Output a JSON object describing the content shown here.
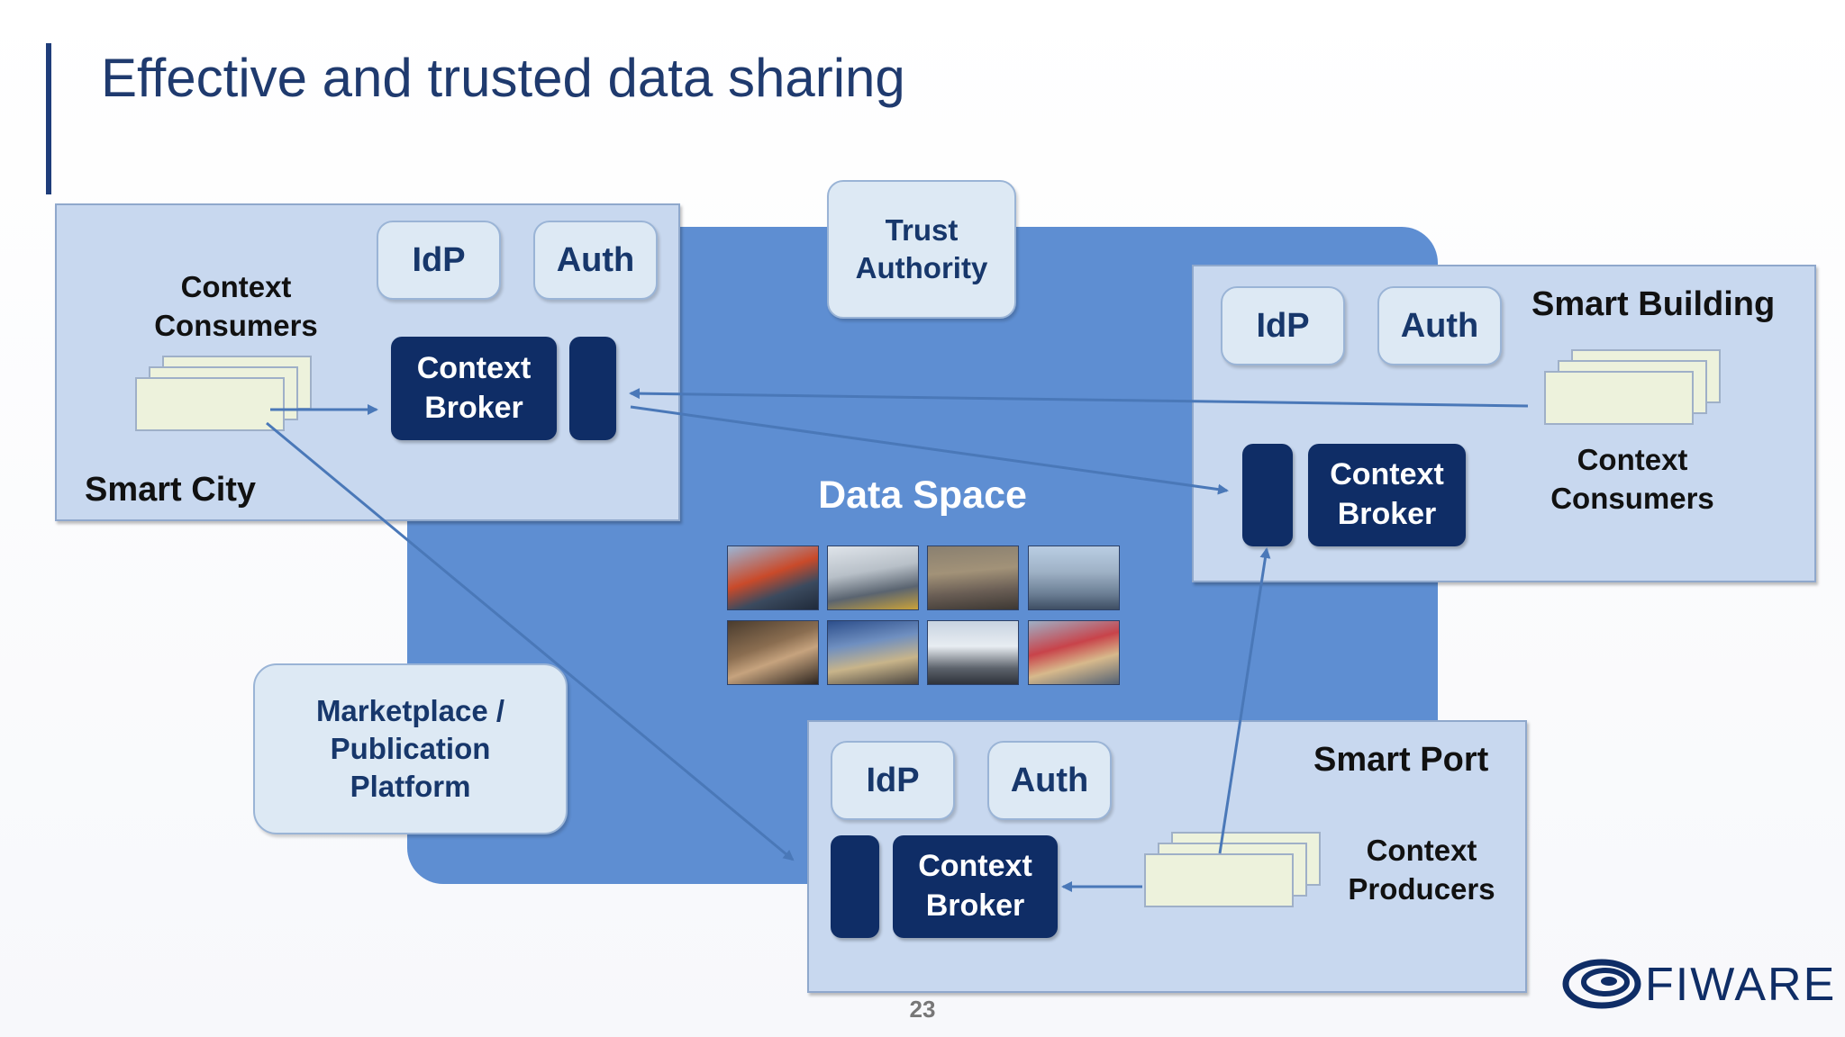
{
  "title": "Effective and trusted data sharing",
  "page_number": "23",
  "data_space": {
    "label": "Data Space"
  },
  "trust_authority": {
    "label": "Trust\nAuthority"
  },
  "marketplace": {
    "label": "Marketplace /\nPublication\nPlatform"
  },
  "smart_city": {
    "label": "Smart City",
    "idp": "IdP",
    "auth": "Auth",
    "broker": "Context\nBroker",
    "consumers": "Context\nConsumers"
  },
  "smart_building": {
    "label": "Smart Building",
    "idp": "IdP",
    "auth": "Auth",
    "broker": "Context\nBroker",
    "consumers": "Context\nConsumers"
  },
  "smart_port": {
    "label": "Smart Port",
    "idp": "IdP",
    "auth": "Auth",
    "broker": "Context\nBroker",
    "producers": "Context\nProducers"
  },
  "photos": [
    "bus",
    "ev-charging",
    "traffic",
    "skyline",
    "people",
    "shop-front",
    "truck",
    "port-cranes"
  ],
  "logo": {
    "text": "FIWARE",
    "icon": "fiware-swirl-icon"
  },
  "colors": {
    "title": "#1f3a6e",
    "data_space": "#5e8ed2",
    "region": "#c8d8ef",
    "bubble": "#dde9f4",
    "broker": "#0f2d66",
    "document": "#edf2dc"
  }
}
